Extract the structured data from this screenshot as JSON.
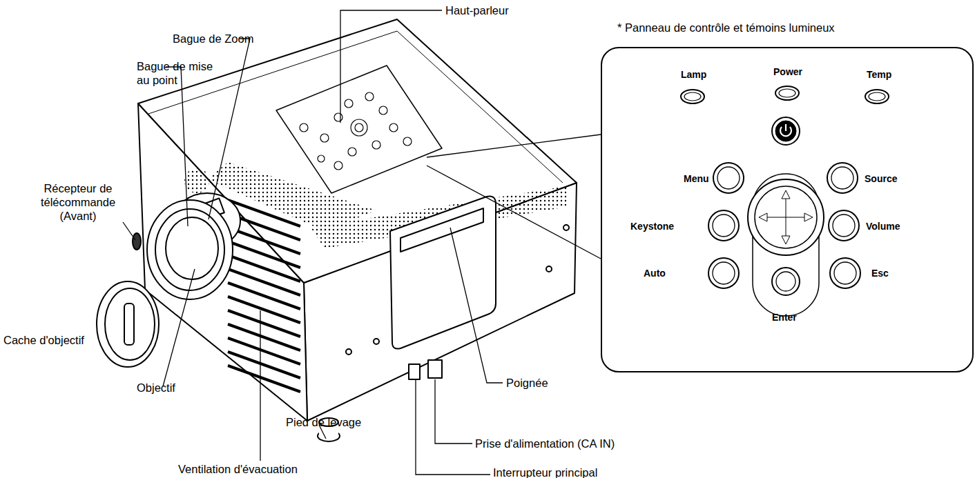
{
  "diagram": {
    "nodes": [
      {
        "text": [
          "* Panneau de contrôle et témoins lumineux"
        ]
      }
    ],
    "labels": [
      "Haut-parleur",
      "Bague de Zoom",
      "Bague de mise au point",
      "Récepteur de télécommande (Avant)",
      "Cache d'objectif",
      "Objectif",
      "Pied de levage",
      "Ventilation d'évacuation",
      "Prise d'alimentation (CA IN)",
      "Interrupteur principal",
      "Poignée",
      "Lamp",
      "Power",
      "Temp",
      "Menu",
      "Source",
      "Keystone",
      "Volume",
      "Auto",
      "Esc",
      "Enter"
    ]
  }
}
